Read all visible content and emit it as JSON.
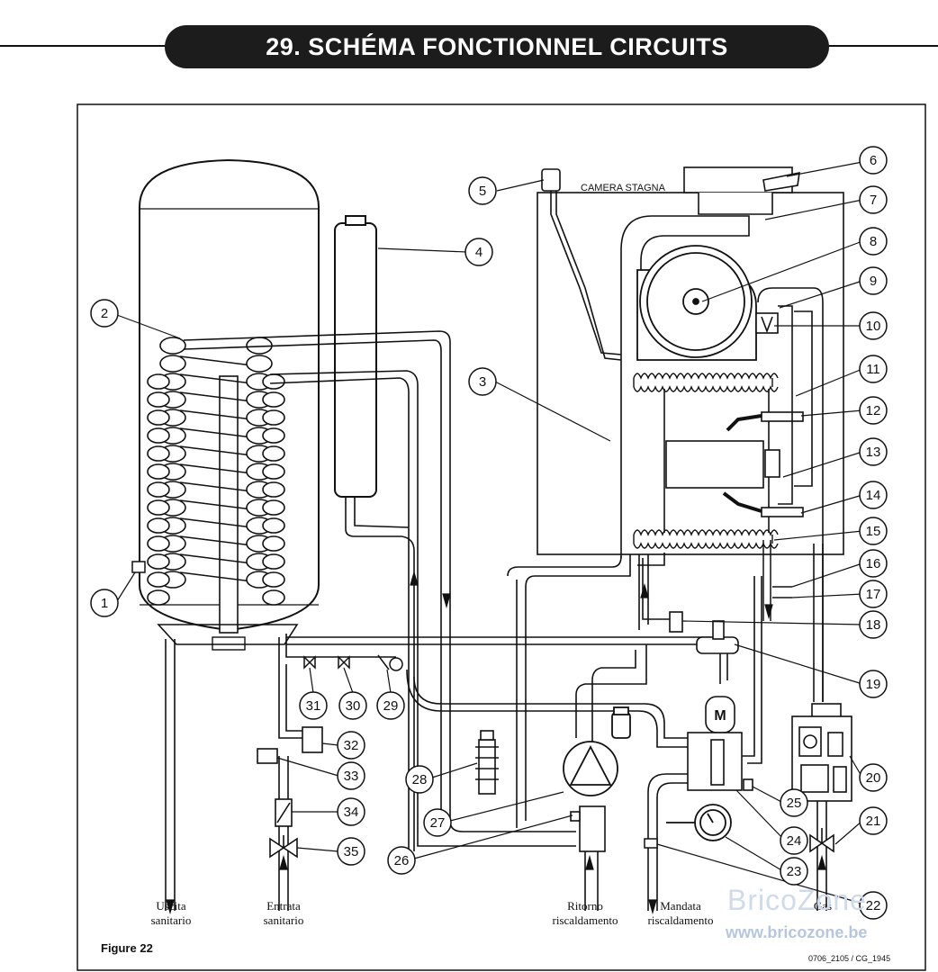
{
  "header": {
    "title": "29. SCHÉMA FONCTIONNEL CIRCUITS"
  },
  "figure_label": "Figure 22",
  "doc_code": "0706_2105 / CG_1945",
  "watermark": {
    "brand": "BricoZone",
    "url": "www.bricozone.be"
  },
  "diagram": {
    "camera_label": "CAMERA STAGNA",
    "motor_label": "M",
    "captions": {
      "uscita": [
        "Uscita",
        "sanitario"
      ],
      "entrata": [
        "Entrata",
        "sanitario"
      ],
      "ritorno": [
        "Ritorno",
        "riscaldamento"
      ],
      "mandata": [
        "Mandata",
        "riscaldamento"
      ],
      "gas": "Gas"
    },
    "callouts": [
      "1",
      "2",
      "3",
      "4",
      "5",
      "6",
      "7",
      "8",
      "9",
      "10",
      "11",
      "12",
      "13",
      "14",
      "15",
      "16",
      "17",
      "18",
      "19",
      "20",
      "21",
      "22",
      "23",
      "24",
      "25",
      "26",
      "27",
      "28",
      "29",
      "30",
      "31",
      "32",
      "33",
      "34",
      "35"
    ]
  },
  "colors": {
    "ink": "#111111",
    "paper": "#ffffff",
    "watermark": "#cfdaea"
  }
}
